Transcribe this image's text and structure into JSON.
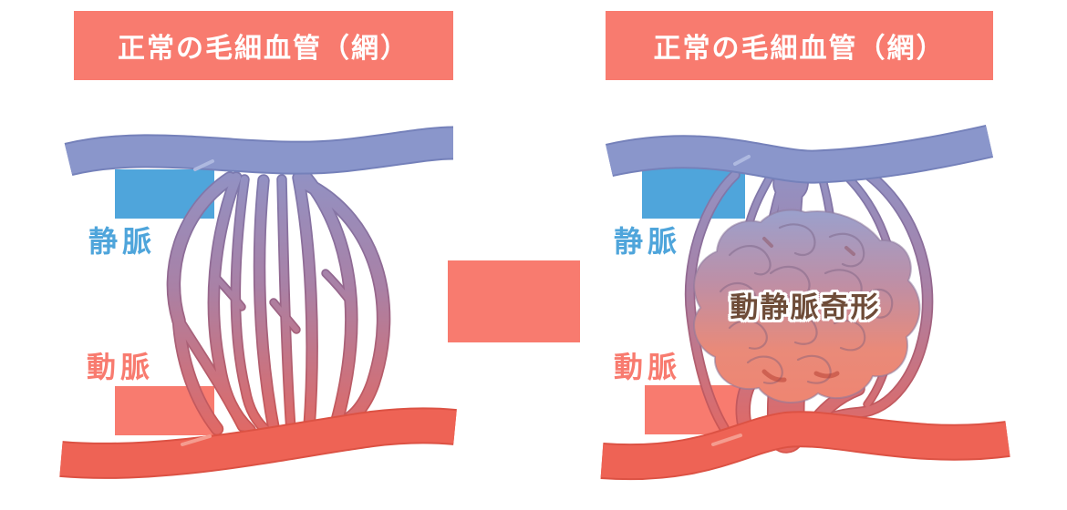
{
  "diagram": {
    "left_panel": {
      "title": "正常の毛細血管（網）",
      "vein_label": "静脈",
      "artery_label": "動脈"
    },
    "right_panel": {
      "title": "正常の毛細血管（網）",
      "vein_label": "静脈",
      "artery_label": "動脈",
      "malformation_label": "動静脈奇形"
    },
    "colors": {
      "header_bg": "#F87B6F",
      "header_text": "#FFFFFF",
      "connector_box": "#F87B6F",
      "vein_highlight_box": "#4FA5DB",
      "vein_label_text": "#4FA5DB",
      "artery_highlight_box": "#F87B6F",
      "artery_label_text": "#F87B6F",
      "vein_vessel": "#8A96CB",
      "vein_vessel_outline": "#7581BA",
      "artery_vessel": "#EE6355",
      "artery_vessel_outline": "#DC5244",
      "malformation_label_text": "#6E4C38"
    }
  }
}
